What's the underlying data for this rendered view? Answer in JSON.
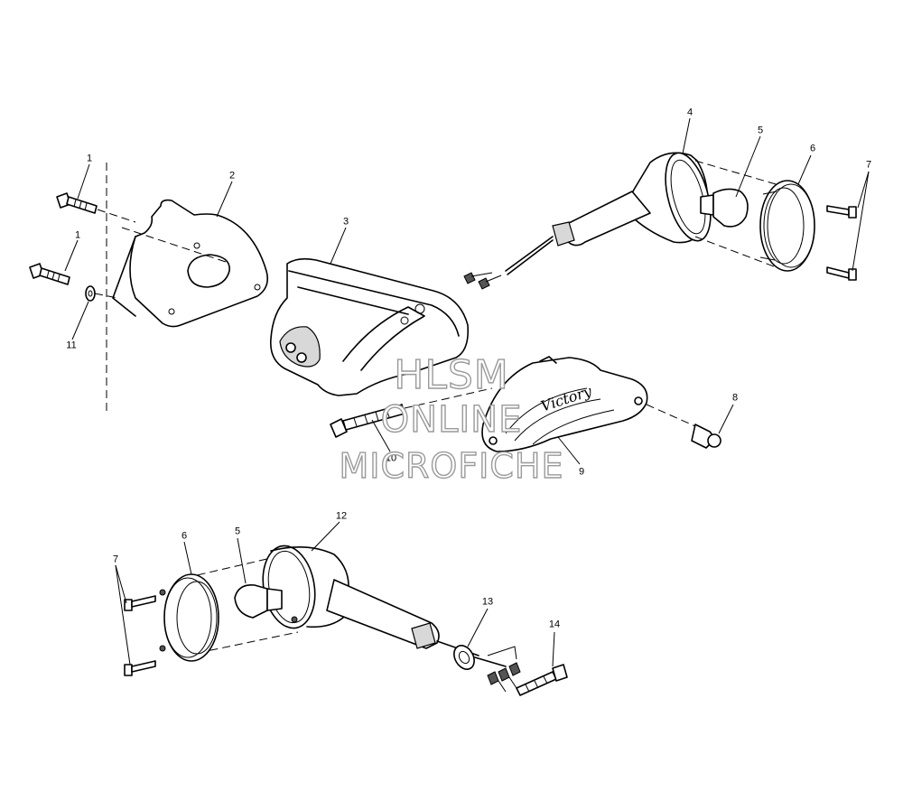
{
  "callouts": [
    {
      "id": "c1a",
      "label": "1"
    },
    {
      "id": "c1b",
      "label": "1"
    },
    {
      "id": "c2",
      "label": "2"
    },
    {
      "id": "c3",
      "label": "3"
    },
    {
      "id": "c4",
      "label": "4"
    },
    {
      "id": "c5a",
      "label": "5"
    },
    {
      "id": "c6a",
      "label": "6"
    },
    {
      "id": "c7a",
      "label": "7"
    },
    {
      "id": "c8",
      "label": "8"
    },
    {
      "id": "c9",
      "label": "9"
    },
    {
      "id": "c10",
      "label": "10"
    },
    {
      "id": "c11",
      "label": "11"
    },
    {
      "id": "c12",
      "label": "12"
    },
    {
      "id": "c6b",
      "label": "6"
    },
    {
      "id": "c5b",
      "label": "5"
    },
    {
      "id": "c7b",
      "label": "7"
    },
    {
      "id": "c13",
      "label": "13"
    },
    {
      "id": "c14",
      "label": "14"
    }
  ],
  "watermark": {
    "line1": "HLSM",
    "line2": "ONLINE",
    "line3": "MICROFICHE"
  },
  "emblem": "Victory"
}
